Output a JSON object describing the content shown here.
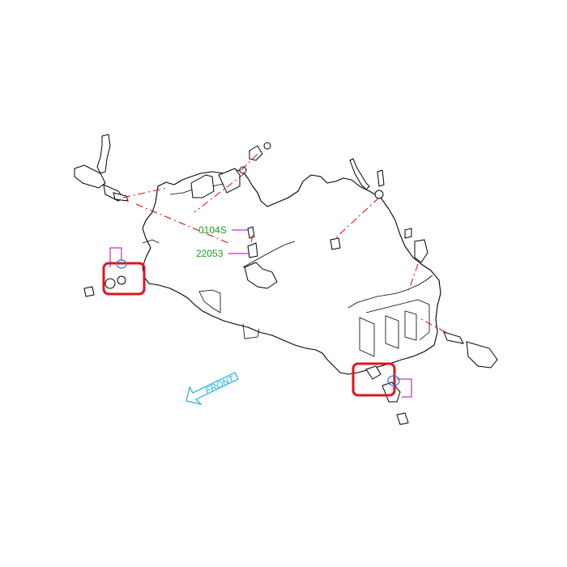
{
  "labels": {
    "part_01045": "0104S",
    "part_22053": "22053"
  },
  "direction": {
    "front_label": "FRONT"
  },
  "colors": {
    "callout": "#e0141e",
    "part_label": "#1aa31a",
    "front_indicator": "#1ab0e0",
    "hidden_line": "#e60000",
    "leader": "#b000b0"
  },
  "icons": {
    "front_arrow": "arrow-left-down-icon"
  }
}
